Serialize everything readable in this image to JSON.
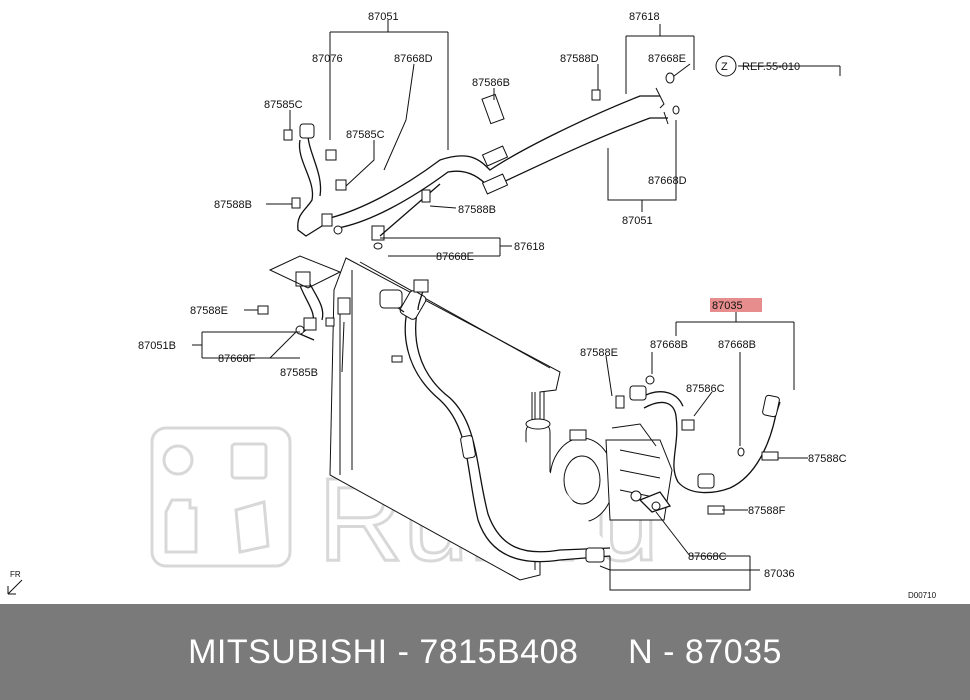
{
  "labels": {
    "l87051_top": "87051",
    "l87618_top": "87618",
    "l87076": "87076",
    "l87668D_top": "87668D",
    "l87588D": "87588D",
    "l87668E_top": "87668E",
    "ref": "REF.55-010",
    "ref_z": "Z",
    "l87586B": "87586B",
    "l87585C_a": "87585C",
    "l87585C_b": "87585C",
    "l87588B_left": "87588B",
    "l87588B_mid": "87588B",
    "l87668D_right": "87668D",
    "l87051_right": "87051",
    "l87618_mid": "87618",
    "l87668E_mid": "87668E",
    "l87588E_left": "87588E",
    "l87051B": "87051B",
    "l87668F": "87668F",
    "l87585B": "87585B",
    "l87035": "87035",
    "l87588E_mid": "87588E",
    "l87668B_a": "87668B",
    "l87668B_b": "87668B",
    "l87586C": "87586C",
    "l87588C": "87588C",
    "l87588F": "87588F",
    "l87668C": "87668C",
    "l87036": "87036",
    "fr": "FR",
    "code": "D00710"
  },
  "colors": {
    "highlight": "#e88d8d",
    "footer_bg": "#7a7a7a",
    "watermark": "#d8d8d8"
  },
  "watermark": "Ruli.ru",
  "footer": {
    "text": "MITSUBISHI - 7815B408     N - 87035"
  }
}
